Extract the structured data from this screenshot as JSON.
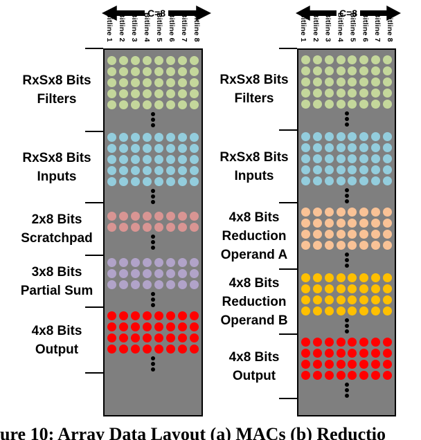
{
  "figure": {
    "caption_visible": "ure 10: Array Data Layout (a) MACs (b) Reductio"
  },
  "colors": {
    "panel_bg": "#7f7f7f",
    "panel_border": "#000000",
    "filters": "#c4d79b",
    "inputs": "#93cddd",
    "scratchpad": "#d99593",
    "partial_sum": "#b1a3c9",
    "reduction_a": "#f9c296",
    "reduction_b": "#ffc000",
    "output": "#ff0000",
    "ellipsis": "#000000"
  },
  "panels": [
    {
      "name": "(a) MACs",
      "arrow_label": "C=8",
      "bitlines": [
        "Bitline 1",
        "Bitline 2",
        "Bitline 3",
        "Bitline 4",
        "Bitline 5",
        "Bitline 6",
        "Bitline 7",
        "Bitline 8"
      ],
      "sections": [
        {
          "label_lines": [
            "RxSx8 Bits",
            "Filters"
          ],
          "rows": 5,
          "cols": 8,
          "color_key": "filters"
        },
        {
          "label_lines": [
            "RxSx8 Bits",
            "Inputs"
          ],
          "rows": 5,
          "cols": 8,
          "color_key": "inputs"
        },
        {
          "label_lines": [
            "2x8 Bits",
            "Scratchpad"
          ],
          "rows": 2,
          "cols": 8,
          "color_key": "scratchpad"
        },
        {
          "label_lines": [
            "3x8 Bits",
            "Partial Sum"
          ],
          "rows": 3,
          "cols": 8,
          "color_key": "partial_sum"
        },
        {
          "label_lines": [
            "4x8 Bits",
            "Output"
          ],
          "rows": 4,
          "cols": 8,
          "color_key": "output"
        }
      ]
    },
    {
      "name": "(b) Reduction",
      "arrow_label": "C=8",
      "bitlines": [
        "Bitline 1",
        "Bitline 2",
        "Bitline 3",
        "Bitline 4",
        "Bitline 5",
        "Bitline 6",
        "Bitline 7",
        "Bitline 8"
      ],
      "sections": [
        {
          "label_lines": [
            "RxSx8 Bits",
            "Filters"
          ],
          "rows": 5,
          "cols": 8,
          "color_key": "filters"
        },
        {
          "label_lines": [
            "RxSx8 Bits",
            "Inputs"
          ],
          "rows": 5,
          "cols": 8,
          "color_key": "inputs"
        },
        {
          "label_lines": [
            "4x8 Bits",
            "Reduction",
            "Operand A"
          ],
          "rows": 4,
          "cols": 8,
          "color_key": "reduction_a"
        },
        {
          "label_lines": [
            "4x8 Bits",
            "Reduction",
            "Operand B"
          ],
          "rows": 4,
          "cols": 8,
          "color_key": "reduction_b"
        },
        {
          "label_lines": [
            "4x8 Bits",
            "Output"
          ],
          "rows": 4,
          "cols": 8,
          "color_key": "output"
        }
      ]
    }
  ]
}
